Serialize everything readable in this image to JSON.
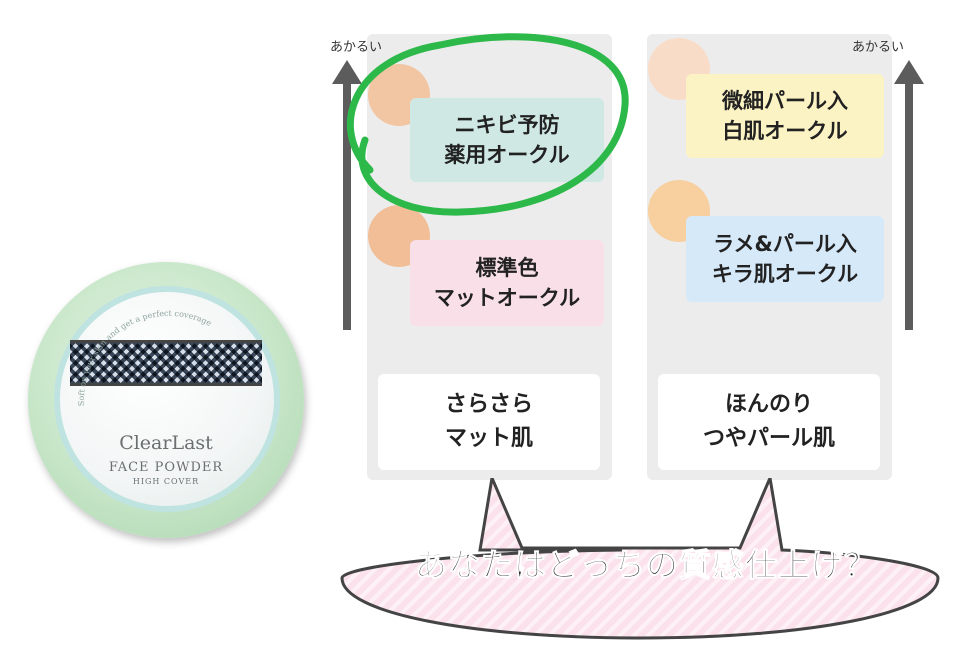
{
  "product": {
    "brand": "ClearLast",
    "name": "FACE POWDER",
    "sub": "HIGH COVER",
    "ring_text": "Soft on your skin and get a perfect coverage"
  },
  "axis_label": "あかるい",
  "left_column": {
    "shades": [
      {
        "line1": "ニキビ予防",
        "line2": "薬用オークル",
        "swatch": "#f3c6a3",
        "bg": "#cfe8e3"
      },
      {
        "line1": "標準色",
        "line2": "マットオークル",
        "swatch": "#f2be98",
        "bg": "#f8dfe8"
      }
    ],
    "finish_line1": "さらさら",
    "finish_line2": "マット肌"
  },
  "right_column": {
    "shades": [
      {
        "line1": "微細パール入",
        "line2": "白肌オークル",
        "swatch": "#f9dcc8",
        "bg": "#fcf3c4"
      },
      {
        "line1": "ラメ&パール入",
        "line2": "キラ肌オークル",
        "swatch": "#f8cf9e",
        "bg": "#d6e9f8"
      }
    ],
    "finish_line1": "ほんのり",
    "finish_line2": "つやパール肌"
  },
  "question": "あなたはどっちの質感仕上げ？",
  "colors": {
    "highlight_circle": "#2db84a",
    "panel": "#ececec",
    "arrow": "#5c5c5c",
    "bubble_fill": "#fbe1ec",
    "bubble_stroke": "#444444"
  }
}
